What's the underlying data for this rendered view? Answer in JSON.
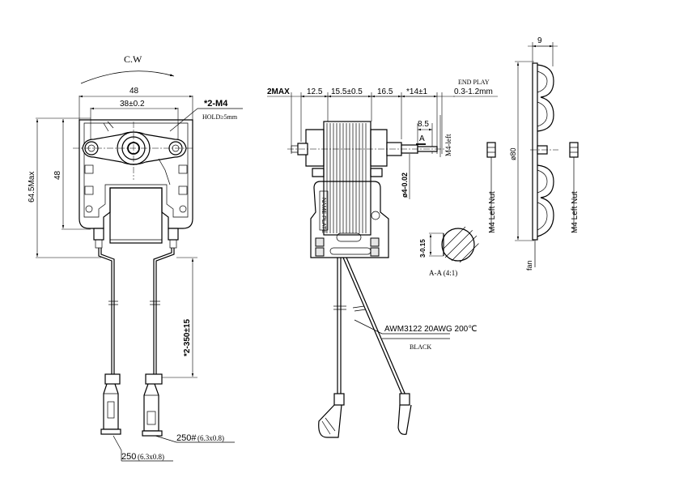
{
  "front_view": {
    "rotation_label": "C.W",
    "dim_overall_width": "48",
    "dim_hole_spacing": "38±0.2",
    "dim_height": "48",
    "dim_max_height": "64.5Max",
    "thread_note": "*2-M4",
    "hold_note": "HOLD≥5mm",
    "lead_length": "*2-350±15",
    "terminal_a": "250",
    "terminal_a_size": "(6.3x0.8)",
    "terminal_b": "250#",
    "terminal_b_size": "(6.3x0.8)"
  },
  "side_view": {
    "dim_2max": "2MAX",
    "dim_12_5": "12.5",
    "dim_15_5": "15.5±0.5",
    "dim_16_5": "16.5",
    "dim_14": "*14±1",
    "end_play_label": "END PLAY",
    "end_play_value": "0.3-1.2mm",
    "dim_8_5": "8.5",
    "section_mark": "A",
    "thread_left": "M4-left",
    "shaft_dia": "ø4-0.02",
    "name_plate": "NAME PLATE",
    "wire_spec": "AWM3122 20AWG 200℃",
    "wire_color": "BLACK"
  },
  "section": {
    "flat_dim": "3-0.15",
    "label": "A-A (4:1)"
  },
  "fan_view": {
    "dim_width": "9",
    "dim_dia": "ø80",
    "nut_left": "M4 Left Nut",
    "nut_right": "M4 Left Nut",
    "fan_label": "fan"
  }
}
